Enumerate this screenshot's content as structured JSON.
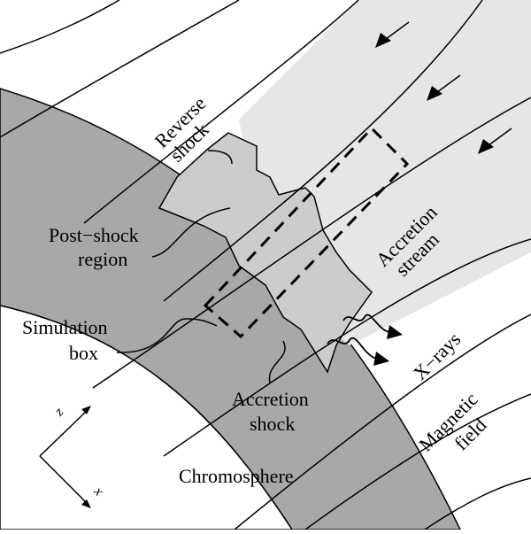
{
  "labels": {
    "reverse_shock": [
      "Reverse",
      "shock"
    ],
    "post_shock_region": [
      "Post−shock",
      "region"
    ],
    "simulation_box": [
      "Simulation",
      "box"
    ],
    "accretion_stream": [
      "Accretion",
      "stream"
    ],
    "xrays": "X−rays",
    "magnetic_field": [
      "Magnetic",
      "field"
    ],
    "accretion_shock": [
      "Accretion",
      "shock"
    ],
    "chromosphere": "Chromosphere",
    "axis_z": "z",
    "axis_x": "x"
  },
  "colors": {
    "chromosphere": "#a8a8a8",
    "post_shock": "#cccccc",
    "stream": "#e6e6e6",
    "background": "#ffffff",
    "ink": "#000000"
  }
}
